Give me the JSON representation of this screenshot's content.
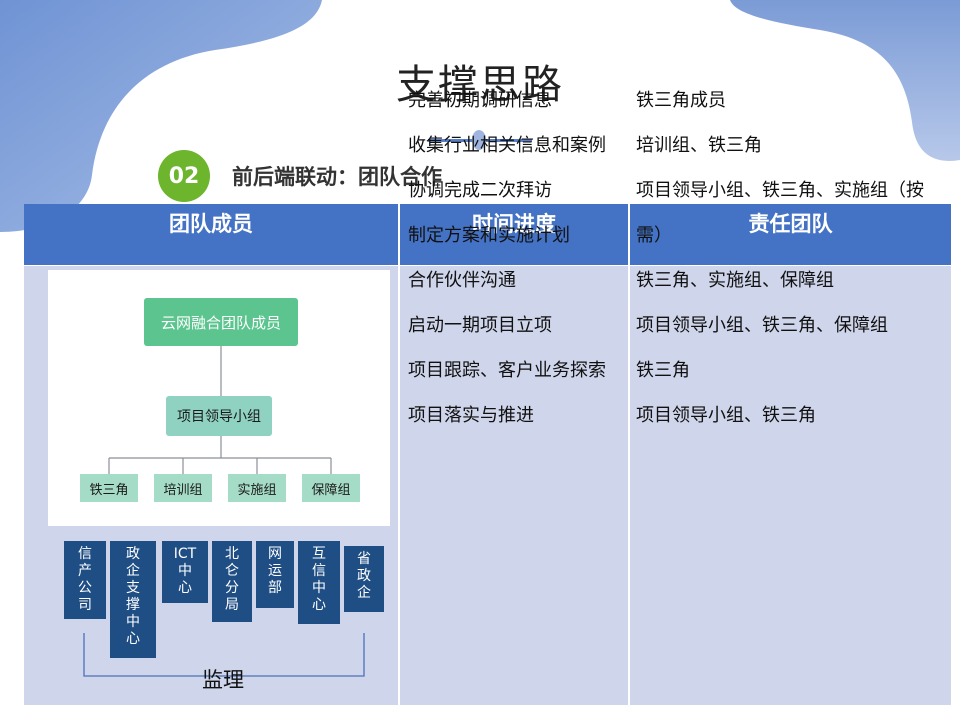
{
  "slide": {
    "title": "支撑思路",
    "badge": "02",
    "subtitle": "前后端联动：团队合作"
  },
  "table": {
    "headers": [
      "团队成员",
      "时间进度",
      "责任团队"
    ],
    "schedule": [
      "完善初期调研信息",
      "收集行业相关信息和案例",
      "协调完成二次拜访",
      "制定方案和实施计划",
      "合作伙伴沟通",
      "启动一期项目立项",
      "项目跟踪、客户业务探索",
      "项目落实与推进"
    ],
    "responsibility": [
      "铁三角成员",
      "培训组、铁三角",
      "项目领导小组、铁三角、实施组（按",
      "需）",
      "铁三角、实施组、保障组",
      "项目领导小组、铁三角、保障组",
      "铁三角",
      "项目领导小组、铁三角"
    ]
  },
  "org_chart": {
    "root": "云网融合团队成员",
    "lead": "项目领导小组",
    "groups": [
      "铁三角",
      "培训组",
      "实施组",
      "保障组"
    ]
  },
  "departments": [
    [
      "信",
      "产",
      "公",
      "司"
    ],
    [
      "政",
      "企",
      "支",
      "撑",
      "中",
      "心"
    ],
    [
      "ICT",
      "中",
      "心"
    ],
    [
      "北",
      "仑",
      "分",
      "局"
    ],
    [
      "网",
      "运",
      "部"
    ],
    [
      "互",
      "信",
      "中",
      "心"
    ],
    [
      "省",
      "政",
      "企"
    ]
  ],
  "supervision_label": "监理",
  "colors": {
    "header_blue": "#4472c4",
    "body_lavender": "#cfd5ea",
    "badge_green": "#6cb52d",
    "dept_navy": "#1f4e85",
    "org_root": "#5bc48f",
    "org_mid": "#8fd2c2",
    "org_leaf": "#a5dcc8",
    "bg_blob": "#7b9bd6"
  }
}
